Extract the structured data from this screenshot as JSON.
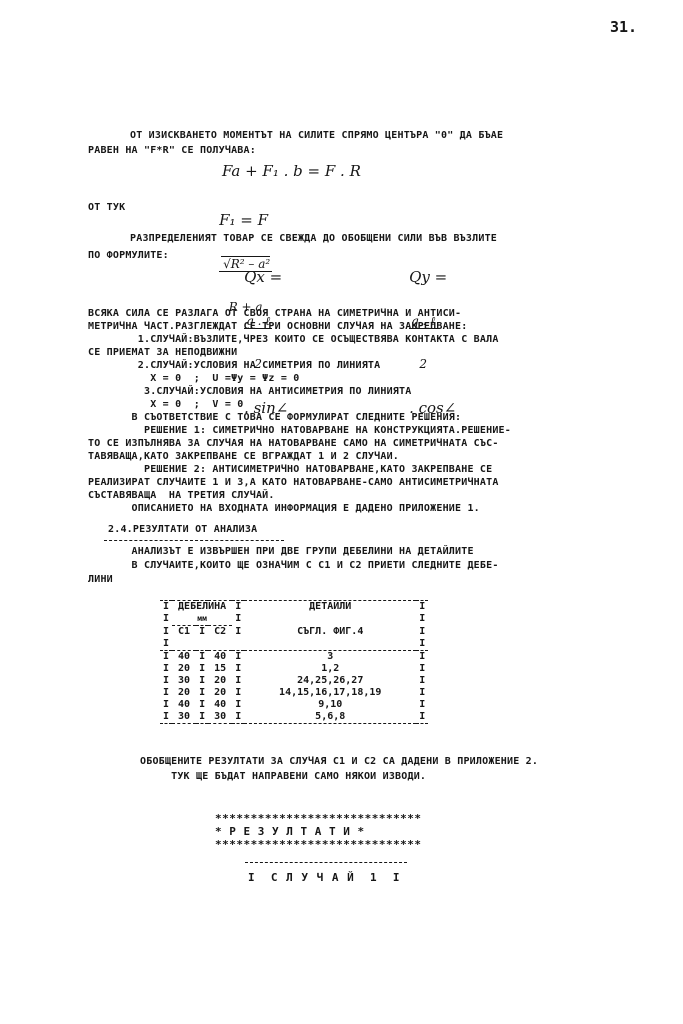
{
  "page_number": "31.",
  "para1": {
    "line1": "ОТ ИЗИСКВАНЕТО МОМЕНТЪТ НА СИЛИТЕ СПРЯМО ЦЕНТЪРА \"0\" ДА БЪАЕ",
    "line2": "РАВЕН НА \"F*R\" СЕ ПОЛУЧАВА:"
  },
  "eq1": "Fa + F₁ . b = F . R",
  "ot_tuk": "ОТ ТУК",
  "eq2": {
    "lhs": "F₁ = F",
    "num": "√R² – a²",
    "den": "R + a"
  },
  "para2": {
    "line1": "РАЗПРЕДЕЛЕНИЯТ ТОВАР СЕ СВЕЖДА ДО ОБОБЩЕНИ СИЛИ ВЪВ ВЪЗЛИТЕ",
    "line2": "ПО ФОРМУЛИТЕ:"
  },
  "eq3": {
    "qx_lhs": "Qx =",
    "qx_num": "q . ℓ",
    "qx_den": "2",
    "qx_rhs": ". sin∠",
    "qy_lhs": "Qy =",
    "qy_num": "q . ℓ",
    "qy_den": "2",
    "qy_rhs": ". cos∠"
  },
  "body_lines": [
    "ВСЯКА СИЛА СЕ РАЗЛАГА ОТ СВОЯ СТРАНА НА СИМЕТРИЧНА И АНТИСИ-",
    "МЕТРИЧНА ЧАСТ.РАЗГЛЕЖДАТ СЕ ТРИ ОСНОВНИ СЛУЧАЯ НА ЗАКРЕПВАНЕ:",
    "        1.СЛУЧАЙ:ВЪЗЛИТЕ,ЧРЕЗ КОИТО СЕ ОСЪЩЕСТВЯВА КОНТАКТА С ВАЛА",
    "СЕ ПРИЕМАТ ЗА НЕПОДВИЖНИ",
    "        2.СЛУЧАЙ:УСЛОВИЯ НА СИМЕТРИЯ ПО ЛИНИЯТА",
    "          X = 0  ;  U =Ψy = Ψz = 0",
    "         3.СЛУЧАЙ:УСЛОВИЯ НА АНТИСИМЕТРИЯ ПО ЛИНИЯТА",
    "          X = 0  ;  V = 0",
    "       В СЪОТВЕТСТВИЕ С ТОВА СЕ ФОРМУЛИРАТ СЛЕДНИТЕ РЕШЕНИЯ:",
    "         РЕШЕНИЕ 1: СИМЕТРИЧНО НАТОВАРВАНЕ НА КОНСТРУКЦИЯТА.РЕШЕНИЕ-",
    "ТО СЕ ИЗПЪЛНЯВА ЗА СЛУЧАЯ НА НАТОВАРВАНЕ САМО НА СИМЕТРИЧНАТА СЪС-",
    "ТАВЯВАЩА,КАТО ЗАКРЕПВАНЕ СЕ ВГРАЖДАТ 1 И 2 СЛУЧАИ.",
    "         РЕШЕНИЕ 2: АНТИСИМЕТРИЧНО НАТОВАРВАНЕ,КАТО ЗАКРЕПВАНЕ СЕ",
    "РЕАЛИЗИРАТ СЛУЧАИТЕ 1 И 3,А КАТО НАТОВАРВАНЕ-САМО АНТИСИМЕТРИЧНАТА",
    "СЪСТАВЯВАЩА  НА ТРЕТИЯ СЛУЧАЙ.",
    "       ОПИСАНИЕТО НА ВХОДНАТА ИНФОРМАЦИЯ Е ДАДЕНО ПРИЛОЖЕНИЕ 1."
  ],
  "section_heading": "2.4.РЕЗУЛТАТИ ОТ АНАЛИЗА",
  "analysis_lines": [
    "       АНАЛИЗЪТ Е ИЗВЪРШЕН ПРИ ДВЕ ГРУПИ ДЕБЕЛИНИ НА ДЕТАЙЛИТЕ",
    "       В СЛУЧАИТЕ,КОИТО ЩЕ ОЗНАЧИМ С С1 И С2 ПРИЕТИ СЛЕДНИТЕ ДЕБЕ-",
    "ЛИНИ"
  ],
  "table": {
    "col_sep": "I",
    "group_header": "ДЕБЕЛИНА",
    "group_unit": "мм",
    "c1_header": "С1",
    "c2_header": "С2",
    "details_header": "ДЕТАЙЛИ",
    "details_sub": "СЪГЛ. ФИГ.4",
    "rows": [
      {
        "c1": "40",
        "c2": "40",
        "det": "3"
      },
      {
        "c1": "20",
        "c2": "15",
        "det": "1,2"
      },
      {
        "c1": "30",
        "c2": "20",
        "det": "24,25,26,27"
      },
      {
        "c1": "20",
        "c2": "20",
        "det": "14,15,16,17,18,19"
      },
      {
        "c1": "40",
        "c2": "40",
        "det": "9,10"
      },
      {
        "c1": "30",
        "c2": "30",
        "det": "5,6,8"
      }
    ]
  },
  "summary_lines": [
    "ОБОБЩЕНИТЕ РЕЗУЛТАТИ ЗА СЛУЧАЯ С1 И С2 СА ДАДЕНИ В ПРИЛОЖЕНИЕ 2.",
    "     ТУК ЩЕ БЪДАТ НАПРАВЕНИ САМО НЯКОИ ИЗВОДИ."
  ],
  "results_banner": {
    "stars": "*****************************",
    "title": "* Р Е З У Л Т А Т И *"
  },
  "case_label": "I  С Л У Ч А Й  1  I"
}
